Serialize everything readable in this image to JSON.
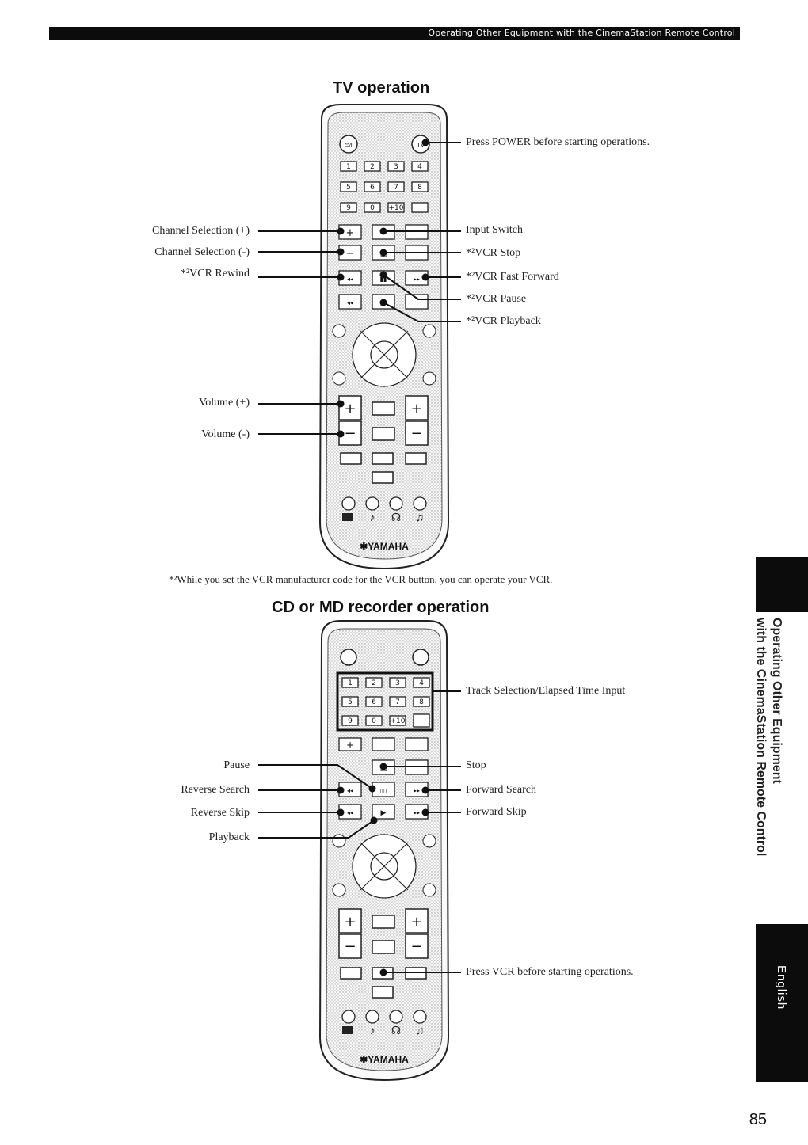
{
  "header": {
    "title": "Operating Other Equipment with the CinemaStation Remote Control"
  },
  "tv_section": {
    "title": "TV operation",
    "callouts_left": [
      "Channel Selection (+)",
      "Channel Selection (-)",
      "*²VCR Rewind",
      "Volume (+)",
      "Volume (-)"
    ],
    "callouts_right": [
      "Press POWER before starting operations.",
      "Input Switch",
      "*²VCR Stop",
      "*²VCR Fast Forward",
      "*²VCR Pause",
      "*²VCR Playback"
    ],
    "footnote": "*²While you set the VCR manufacturer code for the VCR button, you can operate your VCR."
  },
  "cd_section": {
    "title": "CD or MD recorder operation",
    "callouts_left": [
      "Pause",
      "Reverse Search",
      "Reverse Skip",
      "Playback"
    ],
    "callouts_right": [
      "Track Selection/Elapsed Time Input",
      "Stop",
      "Forward Search",
      "Forward Skip",
      "Press VCR before starting operations."
    ]
  },
  "remote": {
    "brand": "YAMAHA"
  },
  "side_tab": {
    "section_line1": "Operating Other Equipment",
    "section_line2": "with the CinemaStation Remote Control",
    "language": "English"
  },
  "page_number": "85"
}
